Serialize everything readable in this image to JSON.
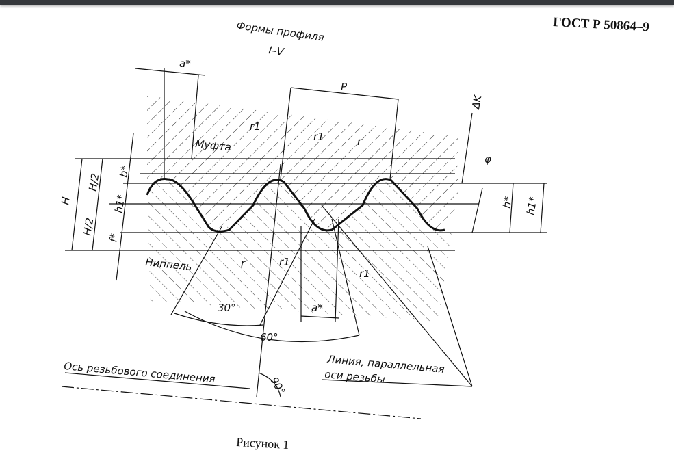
{
  "viewer": {
    "toolbar_color": "#35383c"
  },
  "header": {
    "standard": "ГОСТ Р 50864–9"
  },
  "drawing": {
    "title": "Формы профиля",
    "subtitle": "I–V",
    "labels": {
      "a_top": "a*",
      "pitch": "P",
      "delta_k": "ΔK",
      "coupling": "Муфта",
      "r1_a": "r1",
      "r1_b": "r1",
      "r_top": "r",
      "phi": "φ",
      "H": "H",
      "H2_a": "H/2",
      "H2_b": "H/2",
      "b": "b*",
      "h1_left": "h1*",
      "f": "f*",
      "h_right": "h*",
      "h1_right": "h1*",
      "nipple": "Ниппель",
      "r_bottom": "r",
      "r1_c": "r1",
      "r1_d": "r1",
      "angle30": "30°",
      "angle60": "60°",
      "a_bottom": "a*",
      "axis": "Ось резьбового соединения",
      "angle90": "90°",
      "parallel_1": "Линия, параллельная",
      "parallel_2": "оси резьбы"
    },
    "caption": "Рисунок 1"
  }
}
